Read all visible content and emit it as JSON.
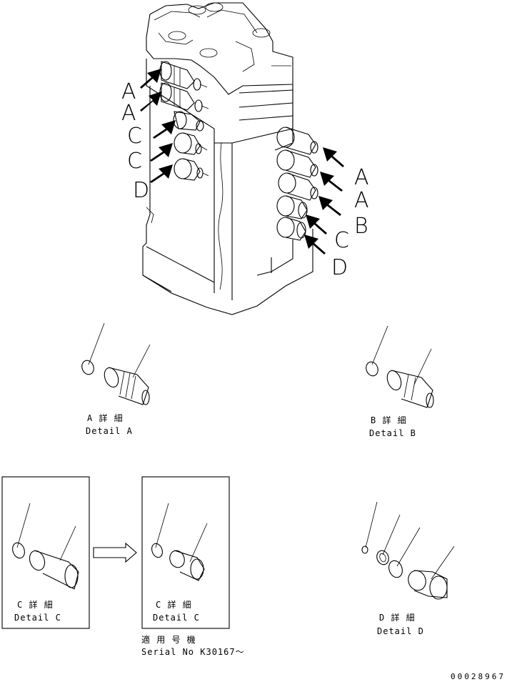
{
  "valve_labels": {
    "left": [
      "A",
      "A",
      "C",
      "C",
      "D"
    ],
    "right": [
      "A",
      "A",
      "B",
      "C",
      "D"
    ]
  },
  "details": {
    "a": {
      "jp": "A 詳 細",
      "en": "Detail A"
    },
    "b": {
      "jp": "B 詳 細",
      "en": "Detail B"
    },
    "c_old": {
      "jp": "C 詳 細",
      "en": "Detail C"
    },
    "c_new": {
      "jp": "C 詳 細",
      "en": "Detail C"
    },
    "d": {
      "jp": "D 詳 細",
      "en": "Detail D"
    }
  },
  "serial": {
    "jp": "適 用 号 機",
    "en": "Serial No K30167〜"
  },
  "drawing_number": "00028967"
}
